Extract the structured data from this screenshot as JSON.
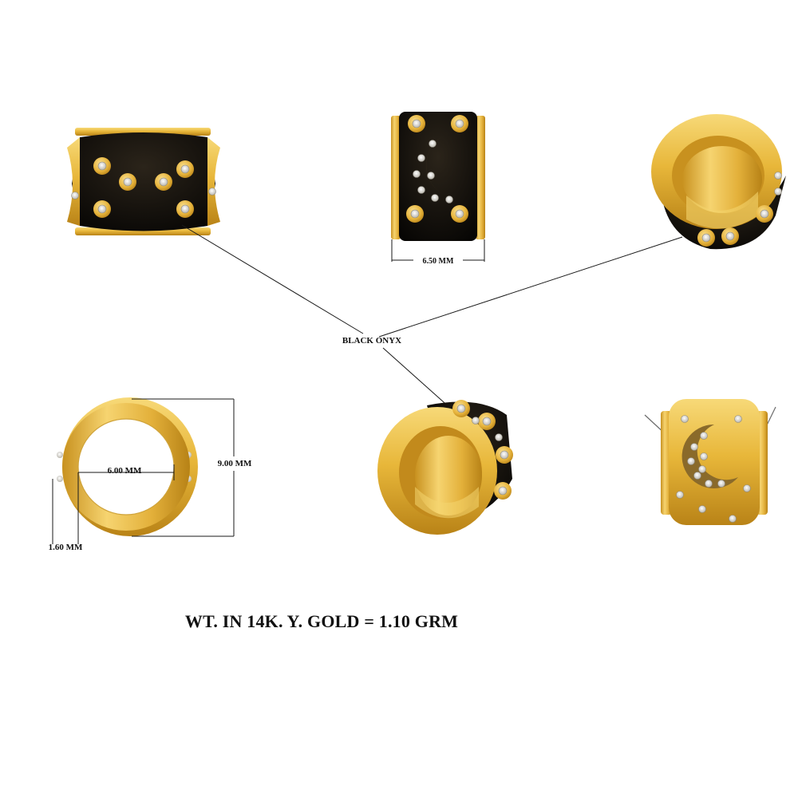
{
  "labels": {
    "material": "BLACK ONYX",
    "width_dim": "6.50 MM",
    "height_dim": "9.00 MM",
    "hole_dim": "6.00 MM",
    "wall_dim": "1.60 MM"
  },
  "caption": "WT. IN 14K. Y. GOLD = 1.10 GRM",
  "colors": {
    "gold": "#e8b73a",
    "gold_light": "#f7d978",
    "gold_dark": "#b98317",
    "onyx": "#0d0b08",
    "diamond": "#e9e6dc",
    "line": "#1a1a1a"
  },
  "views": [
    "side-view-onyx-dots",
    "front-view-crescent-onyx",
    "angled-view-top-right",
    "end-view-dimensions",
    "angled-view-bottom",
    "back-view-gold-crescent"
  ]
}
